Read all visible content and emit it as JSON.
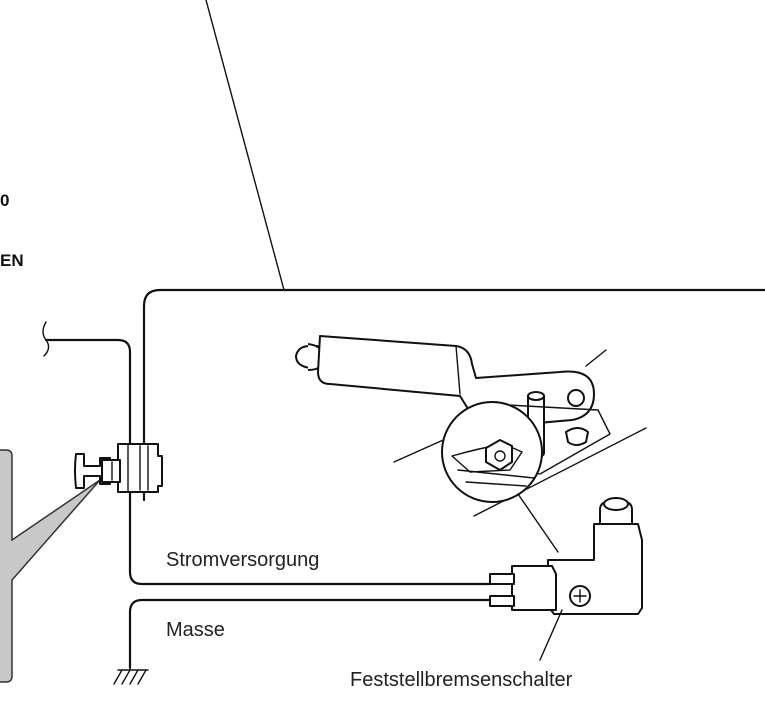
{
  "diagram": {
    "fragments": [
      "0",
      "EN"
    ],
    "labels": {
      "power": "Stromversorgung",
      "ground": "Masse",
      "switch": "Feststellbremsenschalter"
    },
    "colors": {
      "line": "#111111",
      "callout_fill": "#c8c8c8",
      "background": "#ffffff"
    }
  }
}
